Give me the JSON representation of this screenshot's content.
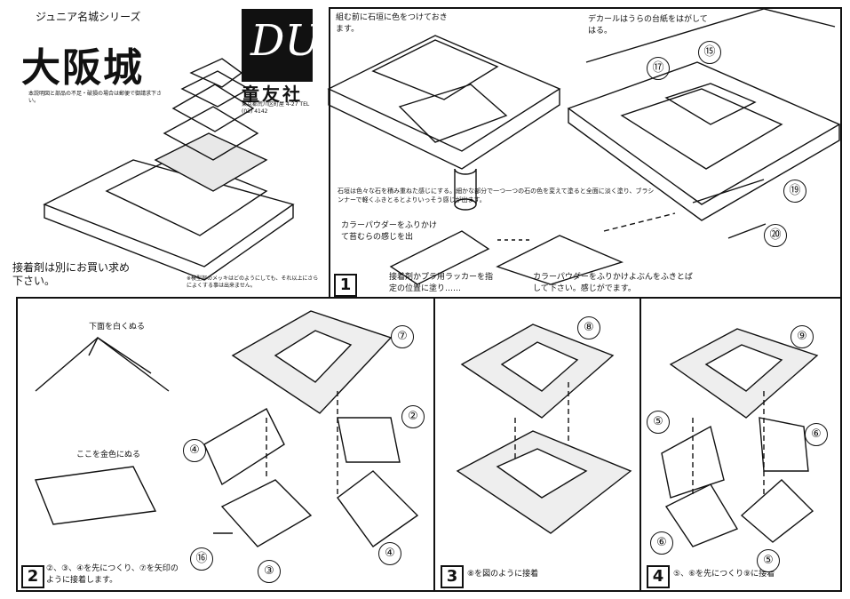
{
  "header": {
    "series": "ジュニア名城シリーズ",
    "title": "大阪城",
    "logo_mark": "DU",
    "maker": "童友社",
    "address": "東京都荒川区町屋 4-27 TEL (03) 4142",
    "notes": "本説明図と部品の不足・破損の場合は郵便で御請求下さい。"
  },
  "glue_note": "接着剤は別にお買い求め下さい。",
  "cover_note": "※模型部のメッキはどのようにしても、それ以上にさらによくする事は出来ません。",
  "step1": {
    "label": "1",
    "note_a": "組む前に石垣に色をつけておきます。",
    "note_b": "デカールはうらの台紙をはがしてはる。",
    "note_c": "石垣は色々な石を積み重ねた感じにする。細かな部分で一つ一つの石の色を変えて塗ると全面に淡く塗り、ブラシンナーで軽くふきとるとよりいっそう感じが出ます。",
    "note_d": "カラーパウダーをふりかけて苔むらの感じを出",
    "note_e": "接着剤かプラ用ラッカーを指定の位置に塗り……",
    "note_f": "カラーパウダーをふりかけよぶんをふきとばして下さい。感じがでます。",
    "parts": [
      "⑰",
      "⑮",
      "⑲",
      "⑳"
    ]
  },
  "step2": {
    "label": "2",
    "note_white": "下面を白くぬる",
    "note_gold": "ここを金色にぬる",
    "text": "②、③、④を先につくり、⑦を矢印のように接着します。",
    "parts": [
      "⑦",
      "②",
      "④",
      "③",
      "④",
      "⑯"
    ]
  },
  "step3": {
    "label": "3",
    "text": "⑧を図のように接着",
    "parts": [
      "⑧"
    ]
  },
  "step4": {
    "label": "4",
    "text": "⑤、⑥を先につくり⑨に接着",
    "parts": [
      "⑨",
      "⑤",
      "⑥",
      "⑥",
      "⑤"
    ]
  }
}
